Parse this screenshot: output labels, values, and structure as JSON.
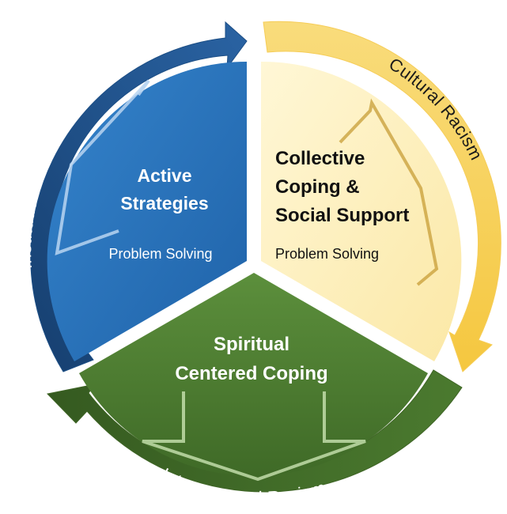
{
  "segments": {
    "active": {
      "title_line1": "Active",
      "title_line2": "Strategies",
      "subtitle": "Problem Solving",
      "color": "#2b75bd"
    },
    "collective": {
      "title_line1": "Collective",
      "title_line2": "Coping &",
      "title_line3": "Social Support",
      "subtitle": "Problem Solving",
      "color": "#fdf0bc"
    },
    "spiritual": {
      "title_line1": "Spiritual",
      "title_line2": "Centered Coping",
      "color": "#4f7f33"
    }
  },
  "arcs": {
    "institutional": {
      "label": "Institutional Racism",
      "color": "#1d4f86"
    },
    "cultural": {
      "label": "Cultural Racism",
      "color": "#f6cd58"
    },
    "interpersonal": {
      "label": "Interpersonal Racism",
      "color": "#3f6526"
    }
  }
}
